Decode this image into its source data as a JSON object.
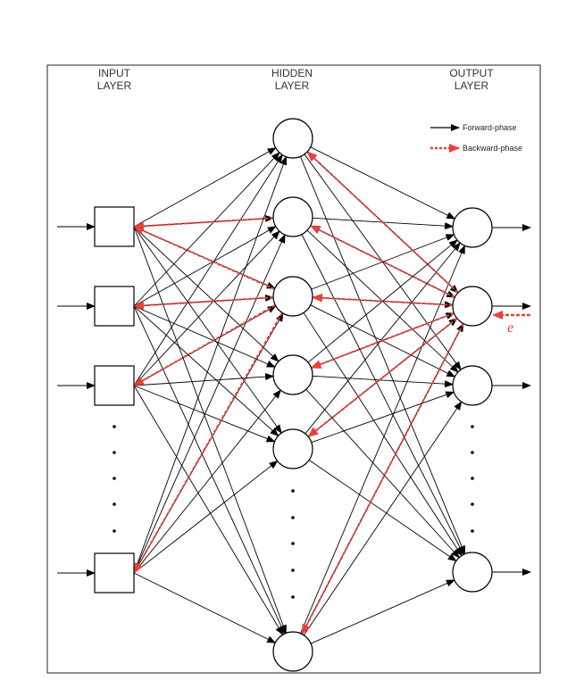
{
  "labels": {
    "input_line1": "INPUT",
    "input_line2": "LAYER",
    "hidden_line1": "HIDDEN",
    "hidden_line2": "LAYER",
    "output_line1": "OUTPUT",
    "output_line2": "LAYER"
  },
  "legend": {
    "forward": "Forward-phase",
    "backward": "Backward-phase"
  },
  "error_symbol": "e",
  "colors": {
    "forward": "#000000",
    "backward": "#e8403a"
  },
  "network": {
    "input_count_shown": 4,
    "hidden_count_shown": 6,
    "output_count_shown": 4
  }
}
